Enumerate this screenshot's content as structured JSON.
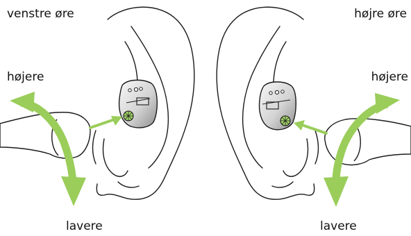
{
  "labels": {
    "left_ear": "venstre øre",
    "right_ear": "højre øre",
    "left_up": "højere",
    "left_down": "lavere",
    "right_up": "højere",
    "right_down": "lavere"
  },
  "colors": {
    "outline": "#1a1a1a",
    "arrow_green": "#9acd5a",
    "aid_fill_light": "#f2f2f2",
    "aid_fill_dark": "#9a9a9a",
    "wheel_green": "#a6d86a"
  },
  "icons": {
    "left_ear": "ear-outline-icon",
    "right_ear": "ear-outline-icon",
    "left_hearing_aid": "in-ear-hearing-aid-icon",
    "right_hearing_aid": "in-ear-hearing-aid-icon",
    "left_volume_arrow": "curved-double-arrow-icon",
    "right_volume_arrow": "curved-double-arrow-icon",
    "left_finger": "finger-icon",
    "right_finger": "finger-icon"
  }
}
